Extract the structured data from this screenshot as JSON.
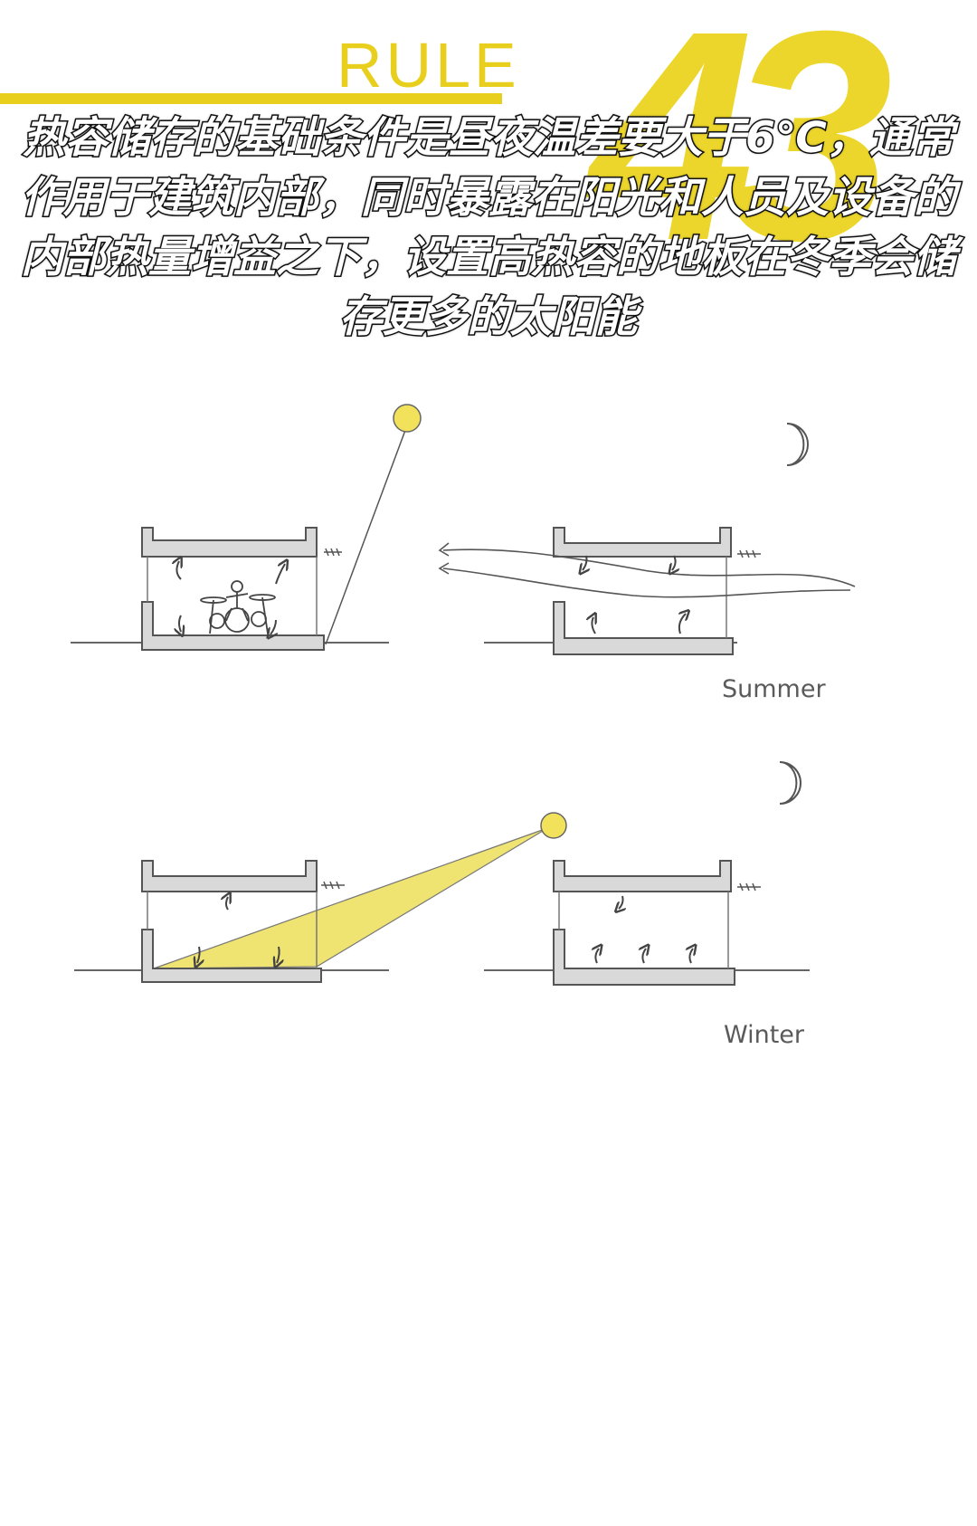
{
  "header": {
    "rule_label": "RULE",
    "rule_number": "43"
  },
  "headline": "热容储存的基础条件是昼夜温差要大于6℃，通常作用于建筑内部，同时暴露在阳光和人员及设备的内部热量增益之下，设置高热容的地板在冬季会储存更多的太阳能",
  "diagram": {
    "summer_label": "Summer",
    "winter_label": "Winter",
    "icons": [
      "sun-icon",
      "moon-icon",
      "drum-kit-icon",
      "heat-arrow-icon",
      "wind-icon"
    ],
    "colors": {
      "accent_yellow": "#e8cf1e",
      "sun_fill": "#f2e15a",
      "wall_grey": "#d9d9d9",
      "line": "#444444"
    }
  }
}
